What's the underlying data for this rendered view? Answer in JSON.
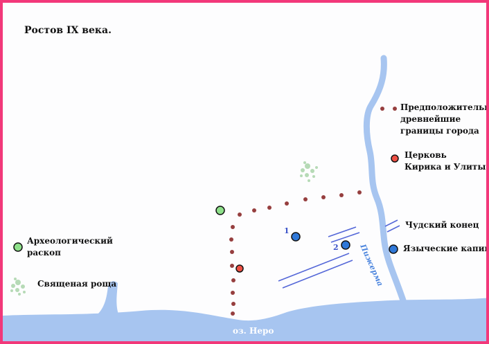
{
  "map": {
    "title": "Ростов IX века.",
    "lake_label": "оз. Неро",
    "river_label": "Пижерма",
    "numbers": [
      "1",
      "2"
    ]
  },
  "legend": {
    "borders": [
      "Предположительные",
      "древнейшие",
      "границы города"
    ],
    "church": [
      "Церковь",
      "Кирика и Улиты"
    ],
    "chud": "Чудский конец",
    "pagan": "Языческие капища",
    "excavation": [
      "Археологический",
      "раскоп"
    ],
    "grove": "Священая роща"
  },
  "colors": {
    "frame": "#f2387a",
    "water": "#a7c5f0",
    "dots": "#8b2b2b",
    "marker_red": "#ee5044",
    "marker_green": "#8ee08a",
    "marker_blue": "#2f78d8",
    "lines": "#5467d8"
  }
}
